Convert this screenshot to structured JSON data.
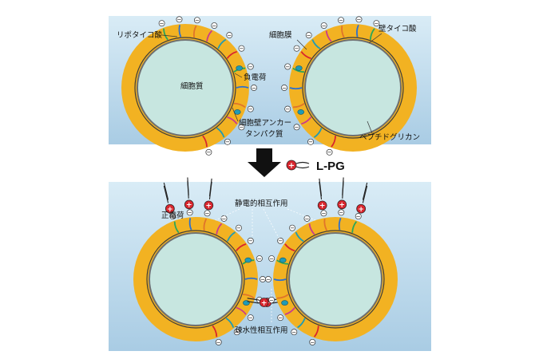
{
  "colors": {
    "panel_top": "#d9ecf6",
    "panel_bottom": "#a9cce4",
    "wall": "#f2b222",
    "cell_fill": "#c7e6e0",
    "membrane": "#6f6f6f",
    "positive": "#d8262e",
    "negative_outline": "#333333"
  },
  "top_panel": {
    "labels": {
      "lipoteichoic_acid": "リポタイコ酸",
      "teichoic_acid": "壁タイコ酸",
      "cell_membrane": "細胞膜",
      "cytoplasm": "細胞質",
      "negative_charge": "負電荷",
      "anchor_protein_line1": "細胞壁アンカー",
      "anchor_protein_line2": "タンパク質",
      "peptidoglycan": "ペプチドグリカン"
    }
  },
  "reaction": {
    "reagent": "L-PG",
    "arrow_icon": "down-arrow-icon"
  },
  "bottom_panel": {
    "labels": {
      "positive_charge": "正電荷",
      "electrostatic": "静電的相互作用",
      "hydrophobic": "疎水性相互作用"
    }
  },
  "symbols": {
    "minus": "−",
    "plus": "+"
  }
}
